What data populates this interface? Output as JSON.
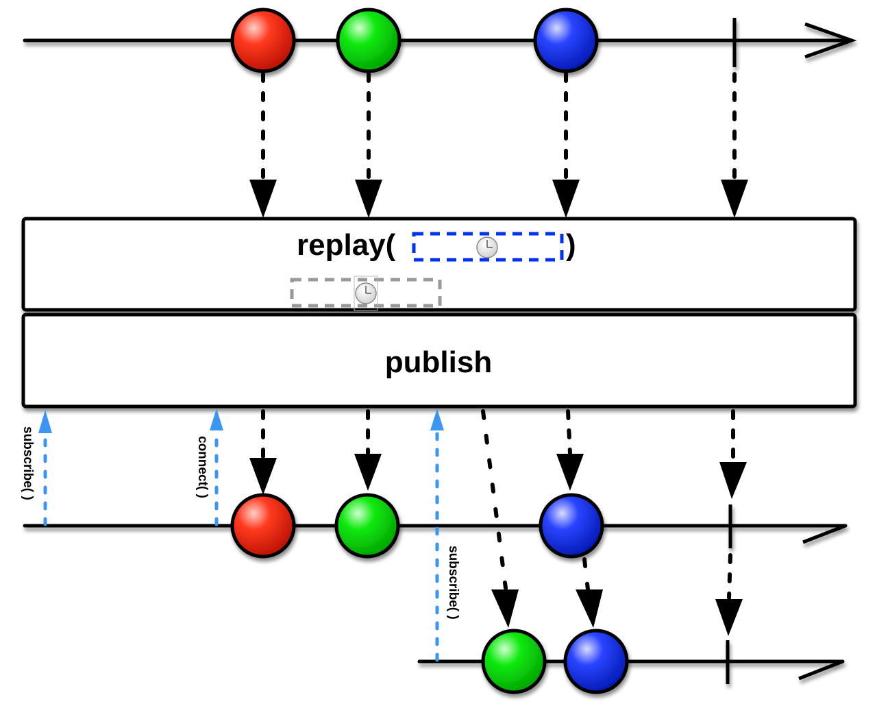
{
  "diagram": {
    "title": "replay with time window, built on publish",
    "operators": {
      "replay": {
        "label_prefix": "replay(",
        "label_suffix": ")",
        "param_icon": "clock-icon",
        "param_color": "#0033ee",
        "inner_param_color": "#999999"
      },
      "publish": {
        "label": "publish"
      }
    },
    "colors": {
      "red": "#ff2a10",
      "green": "#10e810",
      "blue": "#1035ff",
      "subscribe_arrow": "#3a96f0",
      "line": "#000000"
    },
    "source_stream": {
      "items": [
        {
          "name": "red-marble",
          "color": "red"
        },
        {
          "name": "green-marble",
          "color": "green"
        },
        {
          "name": "blue-marble",
          "color": "blue"
        }
      ],
      "completes": true
    },
    "output_stream_1": {
      "items": [
        {
          "name": "red-marble",
          "color": "red"
        },
        {
          "name": "green-marble",
          "color": "green"
        },
        {
          "name": "blue-marble",
          "color": "blue"
        }
      ],
      "completes": true,
      "subscribe_label": "subscribe( )",
      "connect_label": "connect( )"
    },
    "output_stream_2": {
      "items": [
        {
          "name": "green-marble",
          "color": "green"
        },
        {
          "name": "blue-marble",
          "color": "blue"
        }
      ],
      "completes": true,
      "subscribe_label": "subscribe( )"
    }
  }
}
